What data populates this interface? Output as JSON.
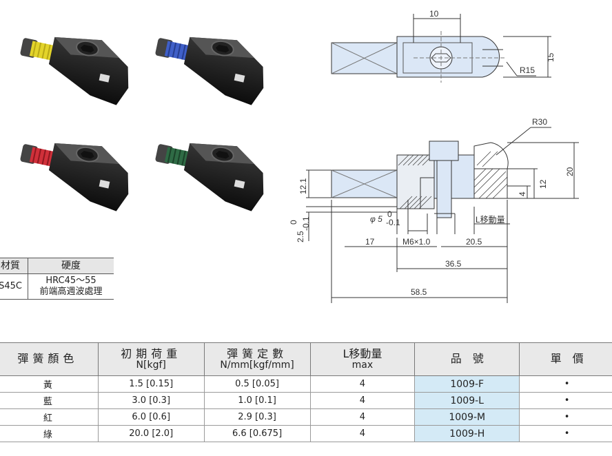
{
  "photos": [
    {
      "name": "yellow",
      "spring_color": "#e3d42a"
    },
    {
      "name": "blue",
      "spring_color": "#3f5fc8"
    },
    {
      "name": "red",
      "spring_color": "#d0303a"
    },
    {
      "name": "green",
      "spring_color": "#2f6b45"
    }
  ],
  "drawing": {
    "top_width": "10",
    "top_height": "15",
    "top_radius": "R15",
    "side_radius": "R30",
    "h20": "20",
    "h12": "12",
    "h12_1": "12.1",
    "h4": "4",
    "h2_5": "2.5",
    "tol_up": "0",
    "tol_low": "-0.1",
    "phi": "φ 5",
    "phi_up": "0",
    "phi_low": "-0.1",
    "travel": "L移動量",
    "d17": "17",
    "m6": "M6×1.0",
    "d20_5": "20.5",
    "d36_5": "36.5",
    "d58_5": "58.5"
  },
  "material": {
    "headers": [
      "材質",
      "硬度"
    ],
    "material": "S45C",
    "hardness_line1": "HRC45～55",
    "hardness_line2": "前端高週波處理"
  },
  "spec": {
    "headers": {
      "color": "彈簧顏色",
      "load1": "初期荷重",
      "load2": "N[kgf]",
      "const1": "彈簧定數",
      "const2": "N/mm[kgf/mm]",
      "travel1": "L移動量",
      "travel2": "max",
      "part": "品　號",
      "price": "單　價"
    },
    "rows": [
      {
        "color": "黃",
        "load": "1.5 [0.15]",
        "const": "0.5 [0.05]",
        "travel": "4",
        "part": "1009-F",
        "price": "•"
      },
      {
        "color": "藍",
        "load": "3.0 [0.3]",
        "const": "1.0 [0.1]",
        "travel": "4",
        "part": "1009-L",
        "price": "•"
      },
      {
        "color": "紅",
        "load": "6.0 [0.6]",
        "const": "2.9 [0.3]",
        "travel": "4",
        "part": "1009-M",
        "price": "•"
      },
      {
        "color": "綠",
        "load": "20.0 [2.0]",
        "const": "6.6 [0.675]",
        "travel": "4",
        "part": "1009-H",
        "price": "•"
      }
    ]
  }
}
